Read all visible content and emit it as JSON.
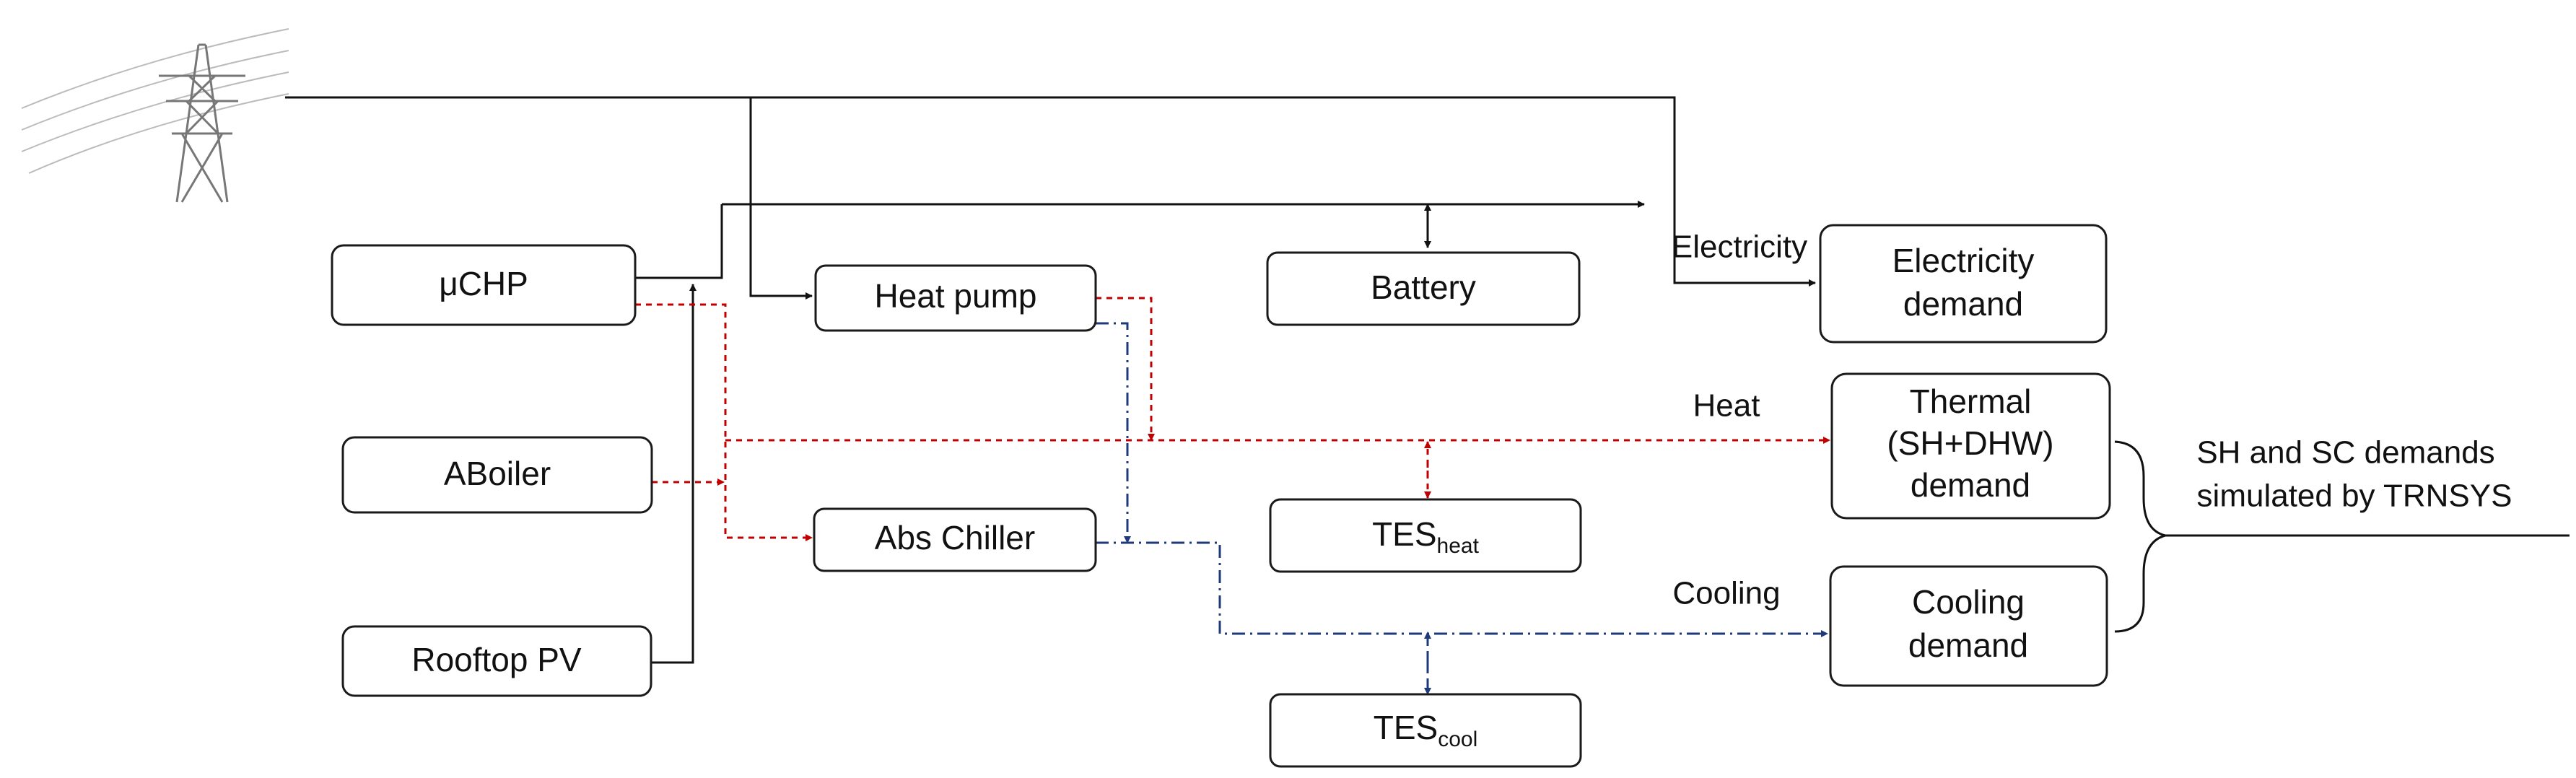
{
  "colors": {
    "electricity": "#111111",
    "heat": "#c00000",
    "cooling": "#1f3a7a"
  },
  "icons": {
    "grid": "power-transmission-tower-icon"
  },
  "boxes": {
    "uchp": "μCHP",
    "aboiler": "ABoiler",
    "rooftop_pv": "Rooftop PV",
    "heat_pump": "Heat pump",
    "abs_chiller": "Abs Chiller",
    "battery": "Battery",
    "tes_heat": {
      "main": "TES",
      "sub": "heat"
    },
    "tes_cool": {
      "main": "TES",
      "sub": "cool"
    },
    "electricity_demand": [
      "Electricity",
      "demand"
    ],
    "thermal_demand": [
      "Thermal",
      "(SH+DHW)",
      "demand"
    ],
    "cooling_demand": [
      "Cooling",
      "demand"
    ]
  },
  "flow_labels": {
    "electricity": "Electricity",
    "heat": "Heat",
    "cooling": "Cooling"
  },
  "annotation": [
    "SH and SC demands",
    "simulated by TRNSYS"
  ]
}
